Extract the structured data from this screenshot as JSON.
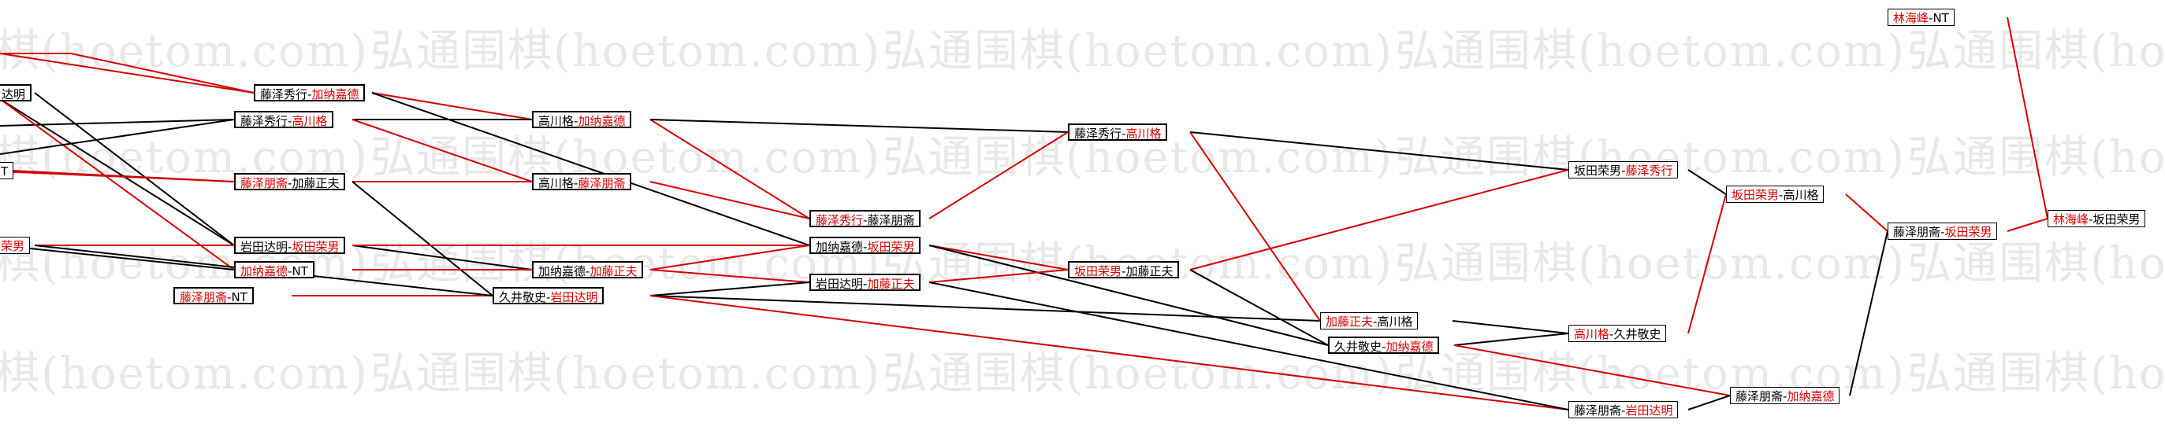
{
  "watermark_text": "弘通围棋(hoetom.com)",
  "colors": {
    "win_line": "#d40000",
    "loss_line": "#000000",
    "red_text": "#d40000"
  },
  "nodes": [
    {
      "id": "n1",
      "p1": "",
      "p2": "达明",
      "p2_red": false,
      "sep": ""
    },
    {
      "id": "n2",
      "p1": "",
      "p2": "T",
      "p2_red": false,
      "sep": ""
    },
    {
      "id": "n3",
      "p1": "",
      "p2": "荣男",
      "p2_red": true,
      "sep": ""
    },
    {
      "id": "n4",
      "p1": "藤泽秀行",
      "p1_red": false,
      "p2": "加纳嘉德",
      "p2_red": true,
      "sep": "-"
    },
    {
      "id": "n5",
      "p1": "藤泽秀行",
      "p1_red": false,
      "p2": "高川格",
      "p2_red": true,
      "sep": "-"
    },
    {
      "id": "n6",
      "p1": "藤泽朋斋",
      "p1_red": true,
      "p2": "加藤正夫",
      "p2_red": false,
      "sep": "-"
    },
    {
      "id": "n7",
      "p1": "岩田达明",
      "p1_red": false,
      "p2": "坂田荣男",
      "p2_red": true,
      "sep": "-"
    },
    {
      "id": "n8",
      "p1": "加纳嘉德",
      "p1_red": true,
      "p2": "NT",
      "p2_red": false,
      "sep": "-"
    },
    {
      "id": "n9",
      "p1": "藤泽朋斋",
      "p1_red": true,
      "p2": "NT",
      "p2_red": false,
      "sep": "-"
    },
    {
      "id": "n10",
      "p1": "高川格",
      "p1_red": false,
      "p2": "加纳嘉德",
      "p2_red": true,
      "sep": "-"
    },
    {
      "id": "n11",
      "p1": "高川格",
      "p1_red": false,
      "p2": "藤泽朋斋",
      "p2_red": true,
      "sep": "-"
    },
    {
      "id": "n12",
      "p1": "加纳嘉德",
      "p1_red": false,
      "p2": "加藤正夫",
      "p2_red": true,
      "sep": "-"
    },
    {
      "id": "n13",
      "p1": "久井敬史",
      "p1_red": false,
      "p2": "岩田达明",
      "p2_red": true,
      "sep": "-"
    },
    {
      "id": "n14",
      "p1": "藤泽秀行",
      "p1_red": true,
      "p2": "藤泽朋斋",
      "p2_red": false,
      "sep": "-"
    },
    {
      "id": "n15",
      "p1": "加纳嘉德",
      "p1_red": false,
      "p2": "坂田荣男",
      "p2_red": true,
      "sep": "-"
    },
    {
      "id": "n16",
      "p1": "岩田达明",
      "p1_red": false,
      "p2": "加藤正夫",
      "p2_red": true,
      "sep": "-"
    },
    {
      "id": "n17",
      "p1": "藤泽秀行",
      "p1_red": false,
      "p2": "高川格",
      "p2_red": true,
      "sep": "-"
    },
    {
      "id": "n18",
      "p1": "坂田荣男",
      "p1_red": true,
      "p2": "加藤正夫",
      "p2_red": false,
      "sep": "-"
    },
    {
      "id": "n19",
      "p1": "坂田荣男",
      "p1_red": false,
      "p2": "藤泽秀行",
      "p2_red": true,
      "sep": "-"
    },
    {
      "id": "n20",
      "p1": "加藤正夫",
      "p1_red": true,
      "p2": "高川格",
      "p2_red": false,
      "sep": "-"
    },
    {
      "id": "n21",
      "p1": "久井敬史",
      "p1_red": false,
      "p2": "加纳嘉德",
      "p2_red": true,
      "sep": "-"
    },
    {
      "id": "n22",
      "p1": "高川格",
      "p1_red": true,
      "p2": "久井敬史",
      "p2_red": false,
      "sep": "-"
    },
    {
      "id": "n23",
      "p1": "藤泽朋斋",
      "p1_red": false,
      "p2": "岩田达明",
      "p2_red": true,
      "sep": "-"
    },
    {
      "id": "n24",
      "p1": "坂田荣男",
      "p1_red": true,
      "p2": "高川格",
      "p2_red": false,
      "sep": "-"
    },
    {
      "id": "n25",
      "p1": "藤泽朋斋",
      "p1_red": false,
      "p2": "加纳嘉德",
      "p2_red": true,
      "sep": "-"
    },
    {
      "id": "n26",
      "p1": "藤泽朋斋",
      "p1_red": false,
      "p2": "坂田荣男",
      "p2_red": true,
      "sep": "-"
    },
    {
      "id": "n27",
      "p1": "林海峰",
      "p1_red": true,
      "p2": "NT",
      "p2_red": false,
      "sep": "-"
    },
    {
      "id": "n28",
      "p1": "林海峰",
      "p1_red": true,
      "p2": "坂田荣男",
      "p2_red": false,
      "sep": "-"
    }
  ]
}
